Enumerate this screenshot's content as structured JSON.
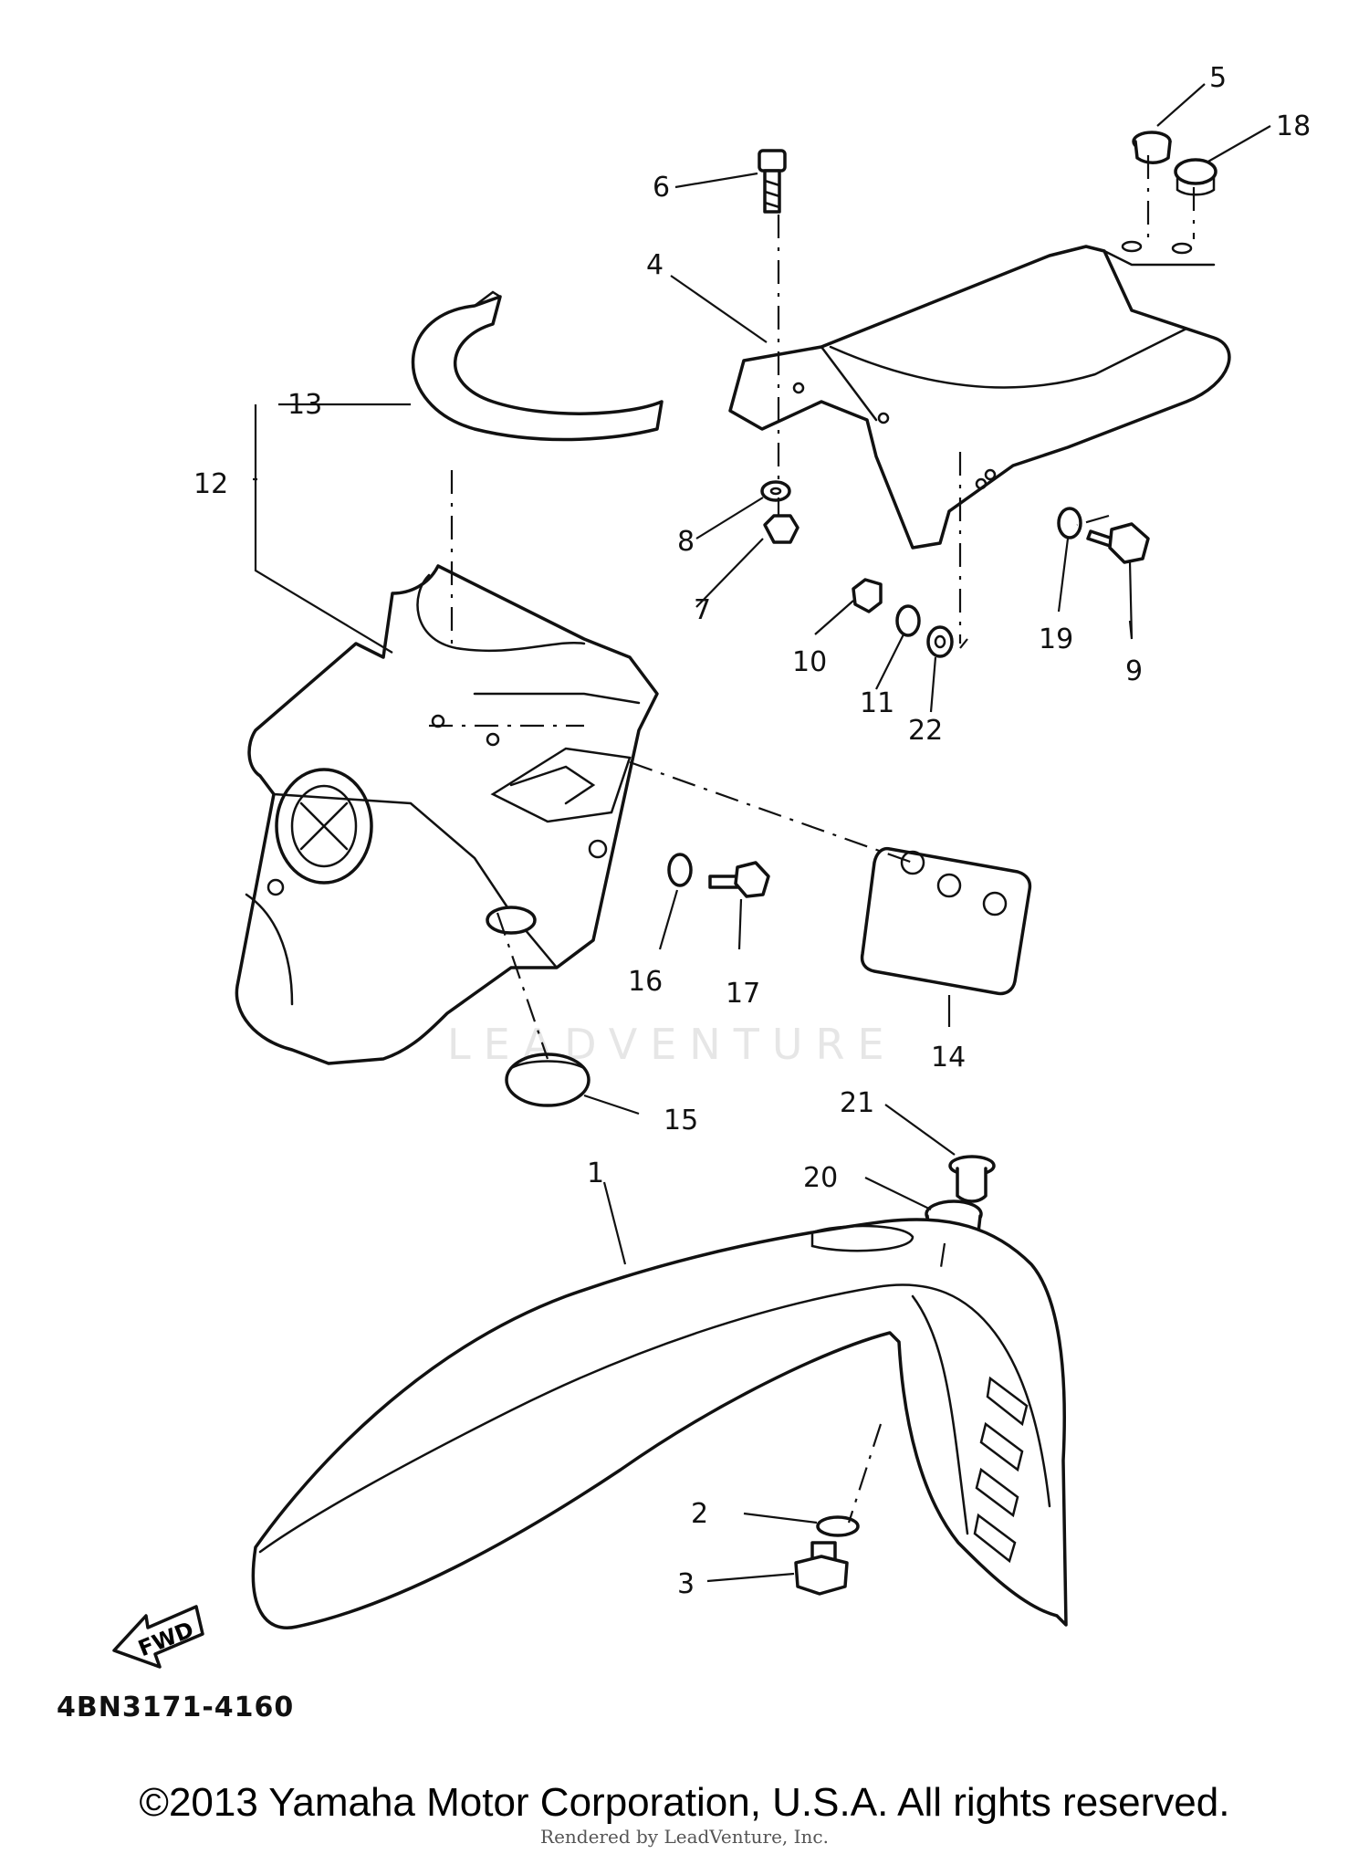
{
  "diagram": {
    "part_labels": [
      "1",
      "2",
      "3",
      "4",
      "5",
      "6",
      "7",
      "8",
      "9",
      "10",
      "11",
      "12",
      "13",
      "14",
      "15",
      "16",
      "17",
      "18",
      "19",
      "20",
      "21",
      "22"
    ],
    "direction_label": "FWD",
    "watermark": "LEADVENTURE",
    "diagram_code": "4BN3171-4160"
  },
  "footer": {
    "copyright": "©2013 Yamaha Motor Corporation, U.S.A. All rights reserved.",
    "rendered_by": "Rendered by LeadVenture, Inc."
  }
}
